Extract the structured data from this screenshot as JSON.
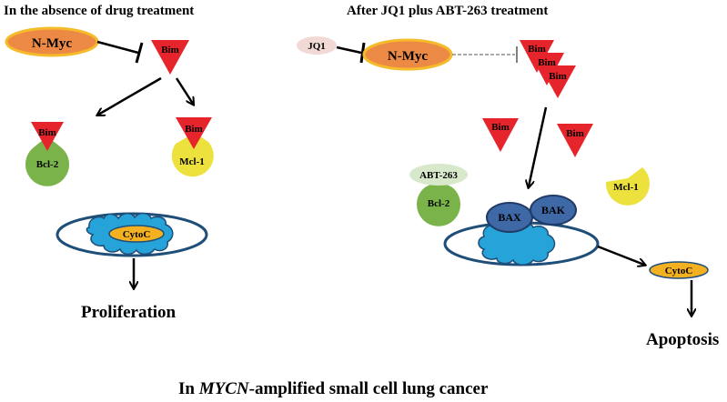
{
  "left_panel": {
    "title": "In the absence of drug treatment",
    "nmyc": "N-Myc",
    "bim_top": "Bim",
    "bim_bcl2": "Bim",
    "bcl2": "Bcl-2",
    "bim_mcl1": "Bim",
    "mcl1": "Mcl-1",
    "cytoc": "CytoC",
    "outcome": "Proliferation"
  },
  "right_panel": {
    "title": "After JQ1 plus ABT-263 treatment",
    "jq1": "JQ1",
    "nmyc": "N-Myc",
    "bim_stack": [
      "Bim",
      "Bim",
      "Bim"
    ],
    "bim_free": [
      "Bim",
      "Bim"
    ],
    "abt263": "ABT-263",
    "bcl2": "Bcl-2",
    "mcl1": "Mcl-1",
    "bax": "BAX",
    "bak": "BAK",
    "cytoc": "CytoC",
    "outcome": "Apoptosis"
  },
  "footer": {
    "prefix": "In ",
    "gene": "MYCN",
    "suffix": "-amplified small cell lung cancer"
  },
  "colors": {
    "nmyc_fill": "#ec8a45",
    "nmyc_border": "#f5bb2a",
    "bim_red": "#e5242b",
    "bcl2_green": "#7ab34a",
    "mcl1_yellow": "#ece13d",
    "mito_blue": "#26a3d8",
    "cytoc_gold": "#f3b021",
    "bax_bak_blue": "#3f68a6",
    "jq1_pink": "#f3d9d6",
    "abt_green": "#d8e8cb",
    "outline_navy": "#1f4e79"
  }
}
